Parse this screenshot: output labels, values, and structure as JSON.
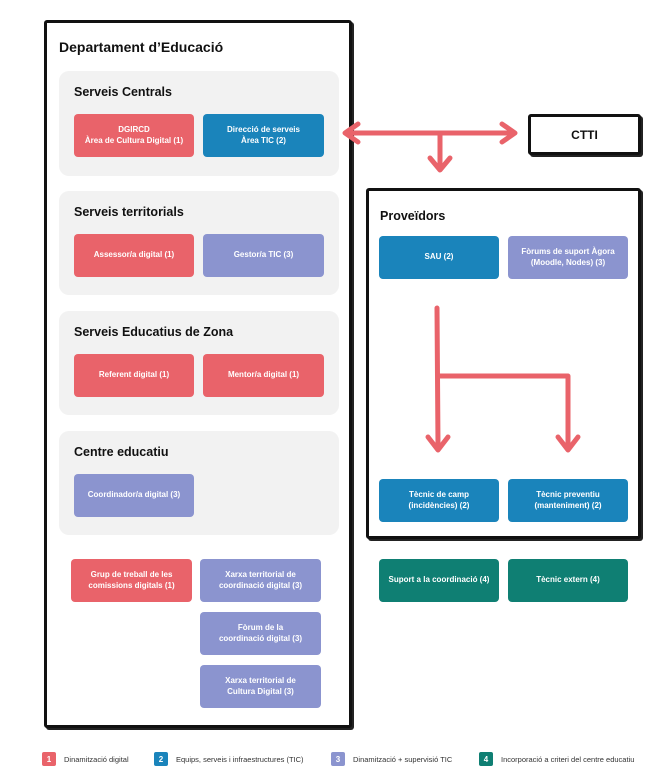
{
  "department": {
    "title": "Departament d’Educació",
    "sections": [
      {
        "title": "Serveis Centrals",
        "boxes": [
          {
            "label": "DGIRCD\nÀrea de Cultura Digital (1)",
            "category": 1
          },
          {
            "label": "Direcció de serveis\nÀrea TIC (2)",
            "category": 2
          }
        ]
      },
      {
        "title": "Serveis territorials",
        "boxes": [
          {
            "label": "Assessor/a digital (1)",
            "category": 1
          },
          {
            "label": "Gestor/a TIC (3)",
            "category": 3
          }
        ]
      },
      {
        "title": "Serveis Educatius de Zona",
        "boxes": [
          {
            "label": "Referent digital (1)",
            "category": 1
          },
          {
            "label": "Mentor/a digital (1)",
            "category": 1
          }
        ]
      },
      {
        "title": "Centre educatiu",
        "boxes": [
          {
            "label": "Coordinador/a digital (3)",
            "category": 3
          }
        ]
      }
    ],
    "bottom_boxes": [
      {
        "label": "Grup de treball de les\ncomissions digitals (1)",
        "category": 1
      },
      {
        "label": "Xarxa territorial de\ncoordinació digital (3)",
        "category": 3
      },
      {
        "label": "Fòrum de la\ncoordinació digital (3)",
        "category": 3
      },
      {
        "label": "Xarxa territorial de\nCultura Digital (3)",
        "category": 3
      }
    ]
  },
  "ctti": {
    "label": "CTTI"
  },
  "providers": {
    "title": "Proveïdors",
    "boxes": [
      {
        "label": "SAU (2)",
        "category": 2
      },
      {
        "label": "Fòrums de suport Àgora\n(Moodle, Nodes) (3)",
        "category": 3
      },
      {
        "label": "Tècnic de camp\n(incidències) (2)",
        "category": 2
      },
      {
        "label": "Tècnic preventiu\n(manteniment) (2)",
        "category": 2
      }
    ]
  },
  "external_boxes": [
    {
      "label": "Suport a la coordinació (4)",
      "category": 4
    },
    {
      "label": "Tècnic extern (4)",
      "category": 4
    }
  ],
  "legend": [
    {
      "number": "1",
      "label": "Dinamització digital",
      "color": "#e9636a"
    },
    {
      "number": "2",
      "label": "Equips, serveis i infraestructures (TIC)",
      "color": "#1a84bb"
    },
    {
      "number": "3",
      "label": "Dinamització + supervisió TIC",
      "color": "#8b94cf"
    },
    {
      "number": "4",
      "label": "Incorporació a criteri del centre educatiu",
      "color": "#0f7f73"
    }
  ],
  "colors": {
    "arrow": "#e9636a",
    "category_1": "#e9636a",
    "category_2": "#1a84bb",
    "category_3": "#8b94cf",
    "category_4": "#0f7f73"
  }
}
